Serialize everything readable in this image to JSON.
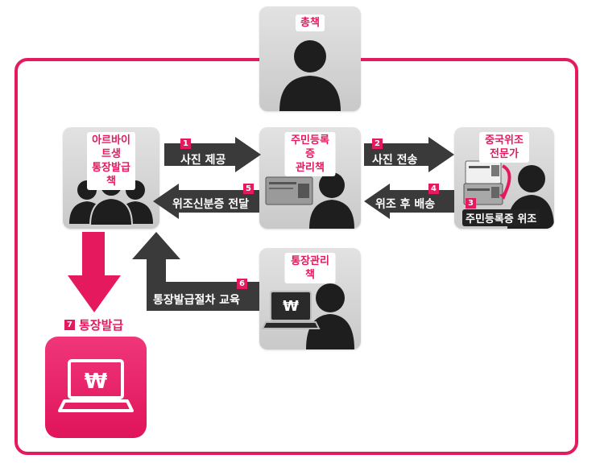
{
  "nodes": {
    "chongchaek": "총책",
    "part_timer": "아르바이트생\n통장발급책",
    "id_manager": "주민등록증\n관리책",
    "forger": "중국위조전문가",
    "bankbook_manager": "통장관리책"
  },
  "steps": [
    {
      "num": "1",
      "label": "사진 제공"
    },
    {
      "num": "2",
      "label": "사진 전송"
    },
    {
      "num": "3",
      "label": "주민등록증 위조"
    },
    {
      "num": "4",
      "label": "위조 후 배송"
    },
    {
      "num": "5",
      "label": "위조신분증 전달"
    },
    {
      "num": "6",
      "label": "통장발급절차 교육"
    },
    {
      "num": "7",
      "label": "통장발급"
    }
  ],
  "colors": {
    "accent": "#e5195e",
    "dark": "#3a3a3a",
    "card": "#d6d6d6"
  },
  "icons": {
    "won": "₩",
    "person": "person-icon",
    "laptop": "laptop-icon"
  }
}
